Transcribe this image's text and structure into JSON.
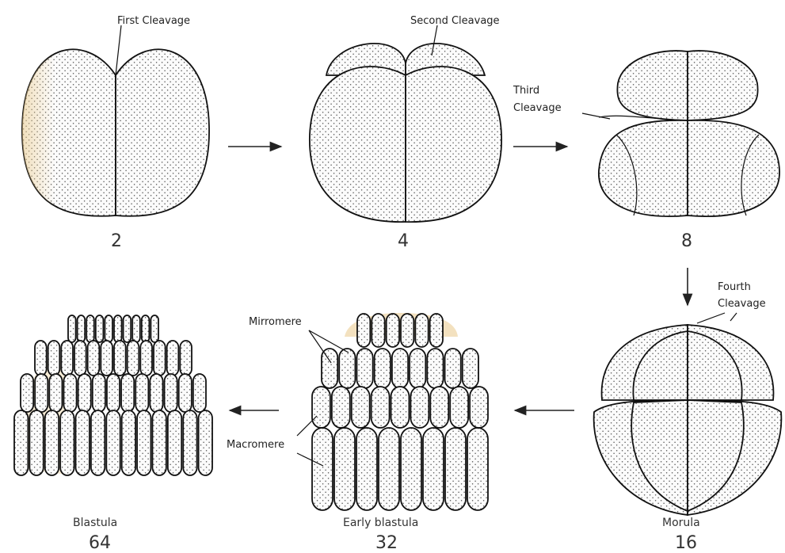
{
  "stages": {
    "s2": {
      "number": "2",
      "caption": ""
    },
    "s4": {
      "number": "4",
      "caption": ""
    },
    "s8": {
      "number": "8",
      "caption": ""
    },
    "s16": {
      "number": "16",
      "caption": "Morula"
    },
    "s32": {
      "number": "32",
      "caption": "Early blastula"
    },
    "s64": {
      "number": "64",
      "caption": "Blastula"
    }
  },
  "labels": {
    "first_cleavage": "First  Cleavage",
    "second_cleavage": "Second  Cleavage",
    "third_cleavage_line1": "Third",
    "third_cleavage_line2": "Cleavage",
    "fourth_cleavage_line1": "Fourth",
    "fourth_cleavage_line2": "Cleavage",
    "micromere": "Mirromere",
    "macromere": "Macromere"
  },
  "colors": {
    "ink": "#111111",
    "tint": "#e9c98a"
  }
}
